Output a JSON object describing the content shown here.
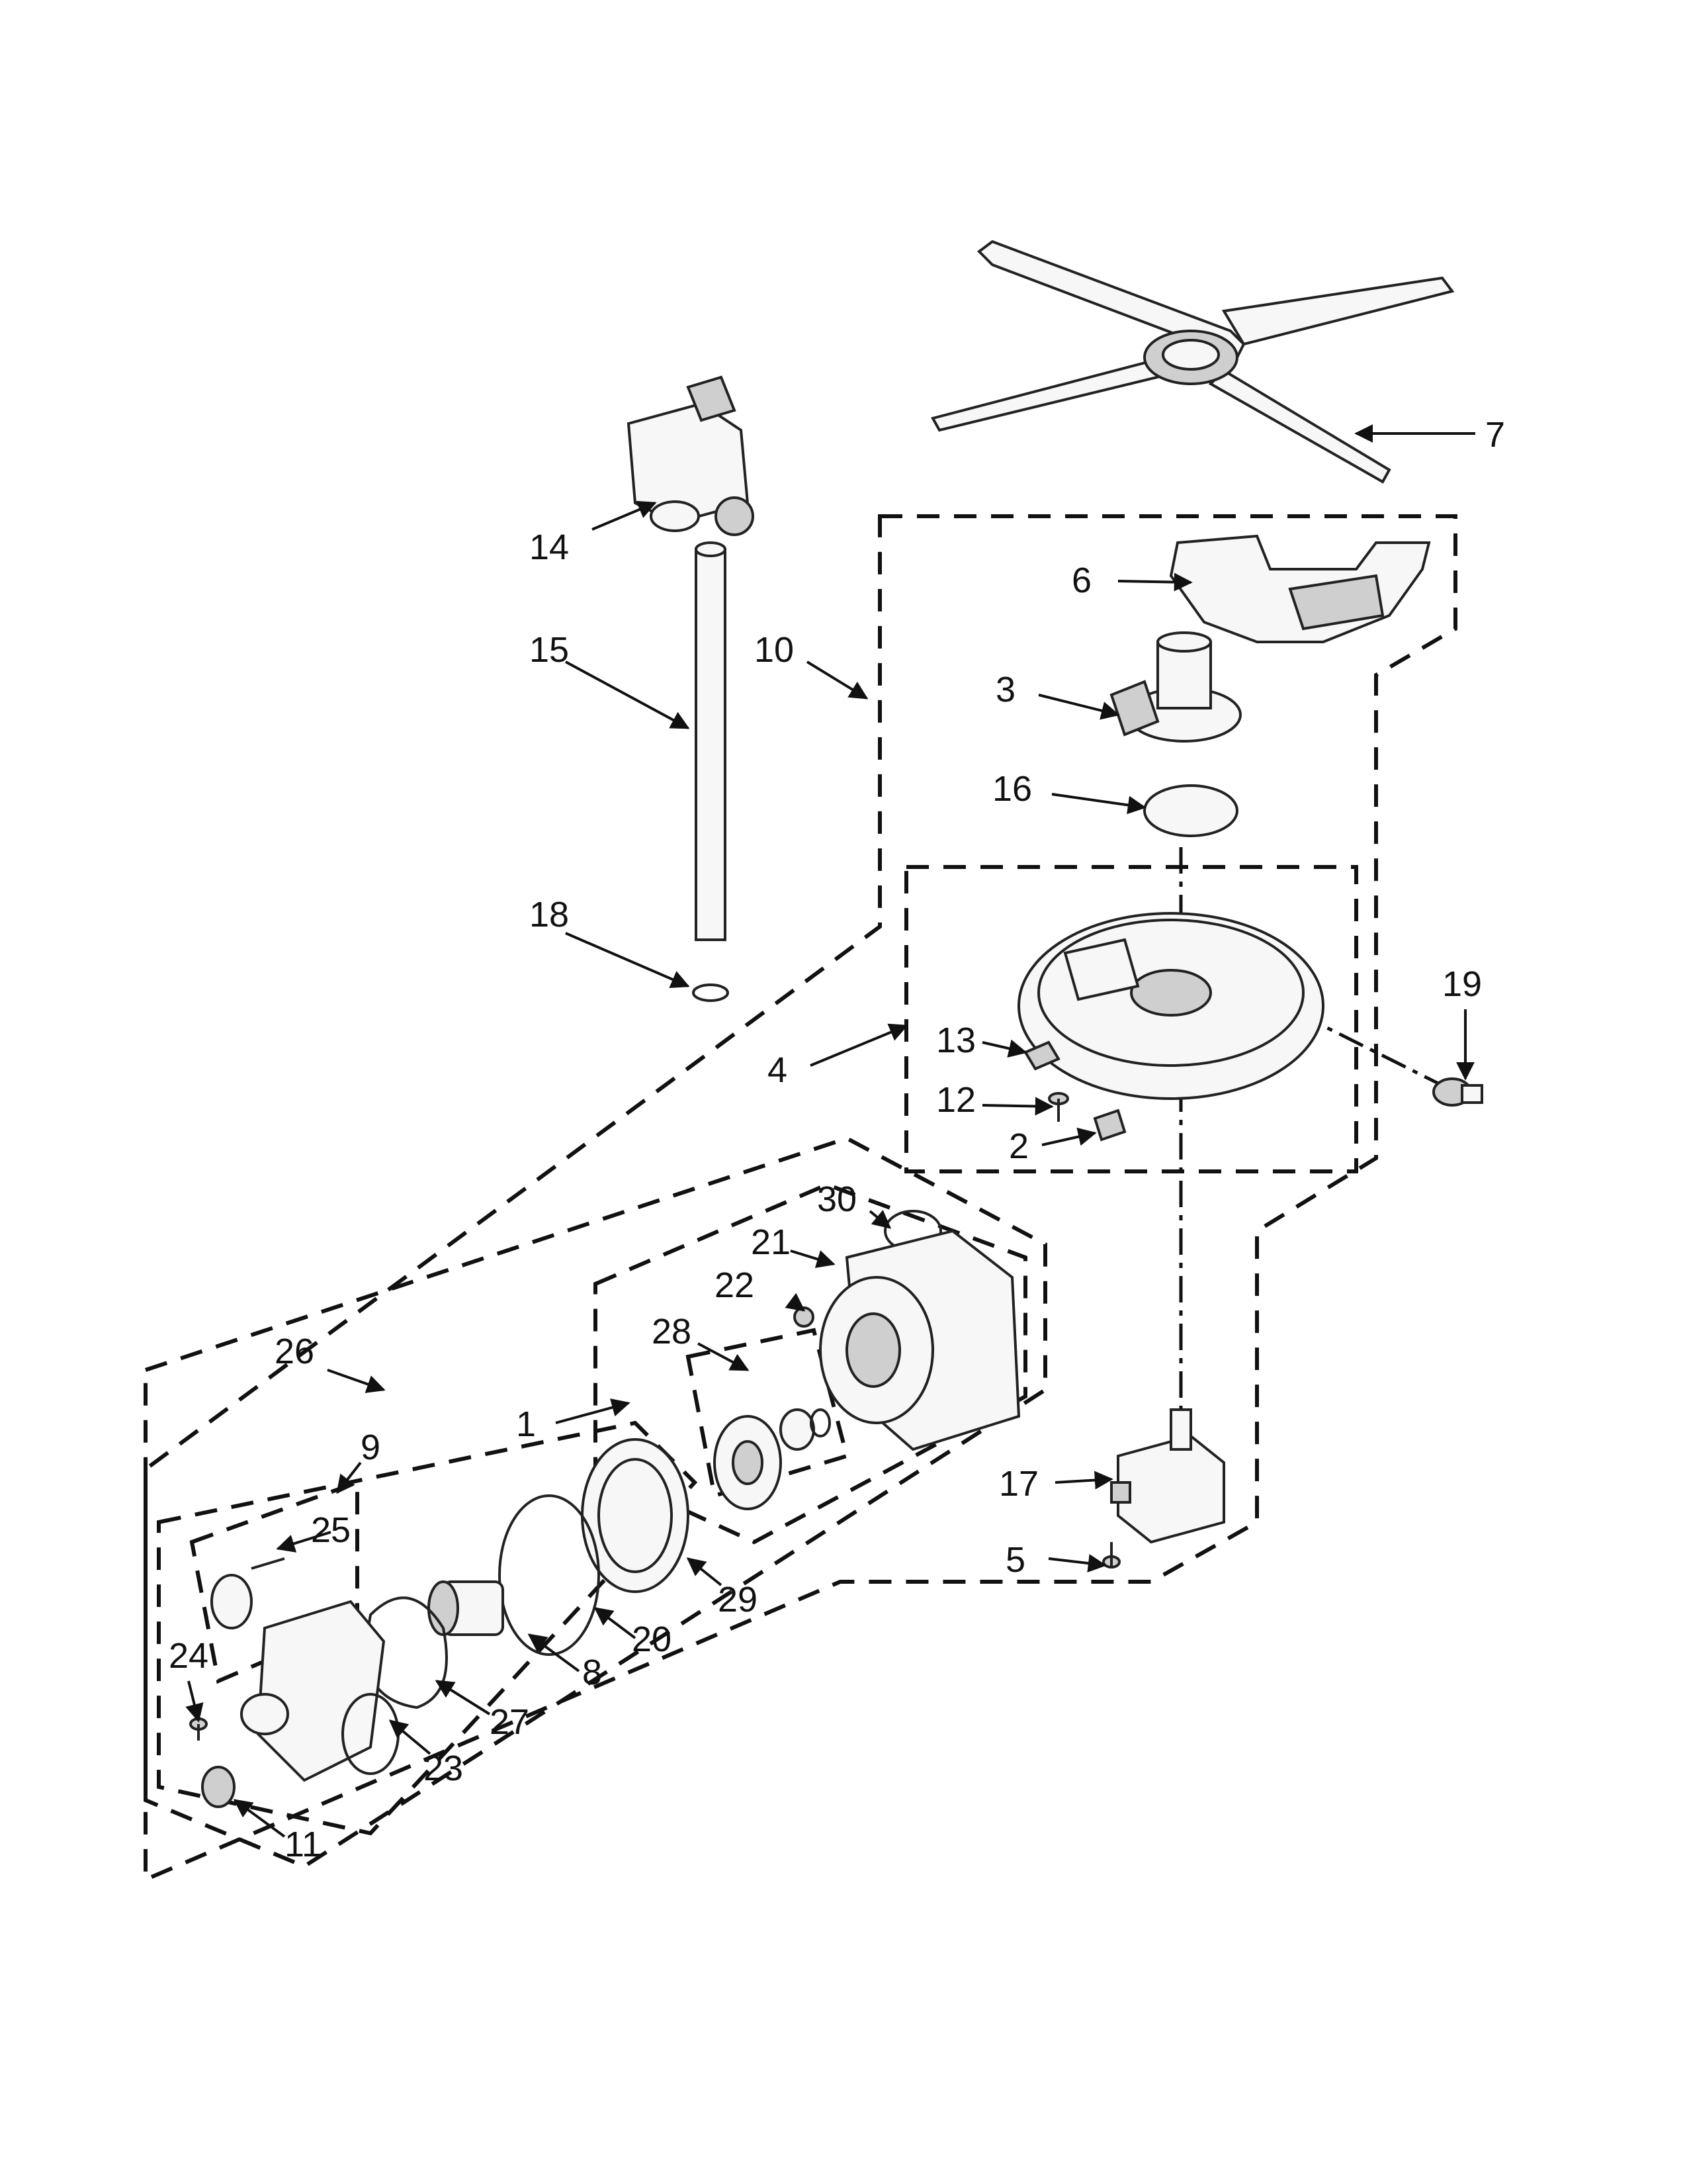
{
  "diagram": {
    "callouts": [
      {
        "id": "c1",
        "label": "1"
      },
      {
        "id": "c2",
        "label": "2"
      },
      {
        "id": "c3",
        "label": "3"
      },
      {
        "id": "c4",
        "label": "4"
      },
      {
        "id": "c5",
        "label": "5"
      },
      {
        "id": "c6",
        "label": "6"
      },
      {
        "id": "c7",
        "label": "7"
      },
      {
        "id": "c8",
        "label": "8"
      },
      {
        "id": "c9",
        "label": "9"
      },
      {
        "id": "c10",
        "label": "10"
      },
      {
        "id": "c11",
        "label": "11"
      },
      {
        "id": "c12",
        "label": "12"
      },
      {
        "id": "c13",
        "label": "13"
      },
      {
        "id": "c14",
        "label": "14"
      },
      {
        "id": "c15",
        "label": "15"
      },
      {
        "id": "c16",
        "label": "16"
      },
      {
        "id": "c17",
        "label": "17"
      },
      {
        "id": "c18",
        "label": "18"
      },
      {
        "id": "c19",
        "label": "19"
      },
      {
        "id": "c20",
        "label": "20"
      },
      {
        "id": "c21",
        "label": "21"
      },
      {
        "id": "c22",
        "label": "22"
      },
      {
        "id": "c23",
        "label": "23"
      },
      {
        "id": "c24",
        "label": "24"
      },
      {
        "id": "c25",
        "label": "25"
      },
      {
        "id": "c26",
        "label": "26"
      },
      {
        "id": "c27",
        "label": "27"
      },
      {
        "id": "c28",
        "label": "28"
      },
      {
        "id": "c29",
        "label": "29"
      },
      {
        "id": "c30",
        "label": "30"
      }
    ]
  }
}
